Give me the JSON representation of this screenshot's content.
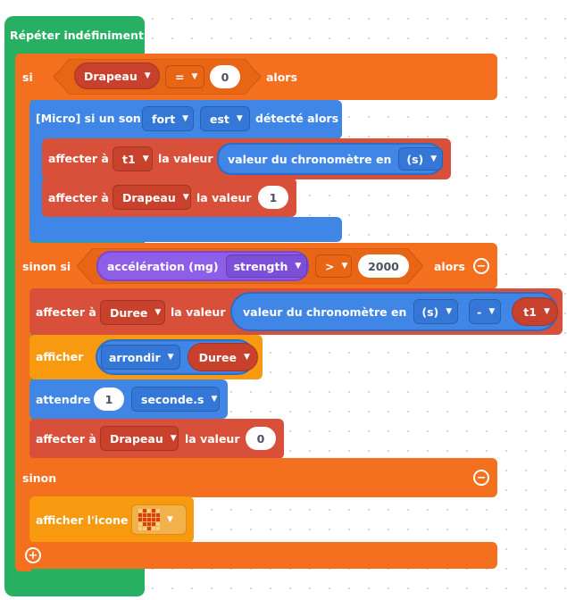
{
  "repeat": {
    "label": "Répéter indéfiniment"
  },
  "if_block": {
    "si": "si",
    "alors": "alors",
    "variable": "Drapeau",
    "operator": "=",
    "value": "0"
  },
  "micro_block": {
    "label": "[Micro] si un son",
    "level": "fort",
    "verb": "est",
    "tail": "détecté alors"
  },
  "set_t1": {
    "affecter": "affecter à",
    "variable": "t1",
    "la_valeur": "la valeur",
    "reporter": "valeur du chronomètre en",
    "unit": "(s)"
  },
  "set_drapeau_1": {
    "affecter": "affecter à",
    "variable": "Drapeau",
    "la_valeur": "la valeur",
    "value": "1"
  },
  "elseif_block": {
    "label": "sinon si",
    "reporter": "accélération (mg)",
    "field": "strength",
    "operator": ">",
    "value": "2000",
    "alors": "alors"
  },
  "set_duree": {
    "affecter": "affecter à",
    "variable": "Duree",
    "la_valeur": "la valeur",
    "reporter": "valeur du chronomètre en",
    "unit": "(s)",
    "operator": "-",
    "operand": "t1"
  },
  "display": {
    "label": "afficher",
    "round": "arrondir",
    "variable": "Duree"
  },
  "wait": {
    "label": "attendre",
    "value": "1",
    "unit": "seconde.s"
  },
  "set_drapeau_0": {
    "affecter": "affecter à",
    "variable": "Drapeau",
    "la_valeur": "la valeur",
    "value": "0"
  },
  "else_block": {
    "label": "sinon"
  },
  "show_icon": {
    "label": "afficher l'icone",
    "icon": "heart-icon"
  },
  "colors": {
    "loop": "#27b062",
    "control": "#f46f1e",
    "sensor": "#3f86e6",
    "variable": "#d9503a",
    "display": "#f79a10",
    "operator": "#8e5ee8"
  }
}
